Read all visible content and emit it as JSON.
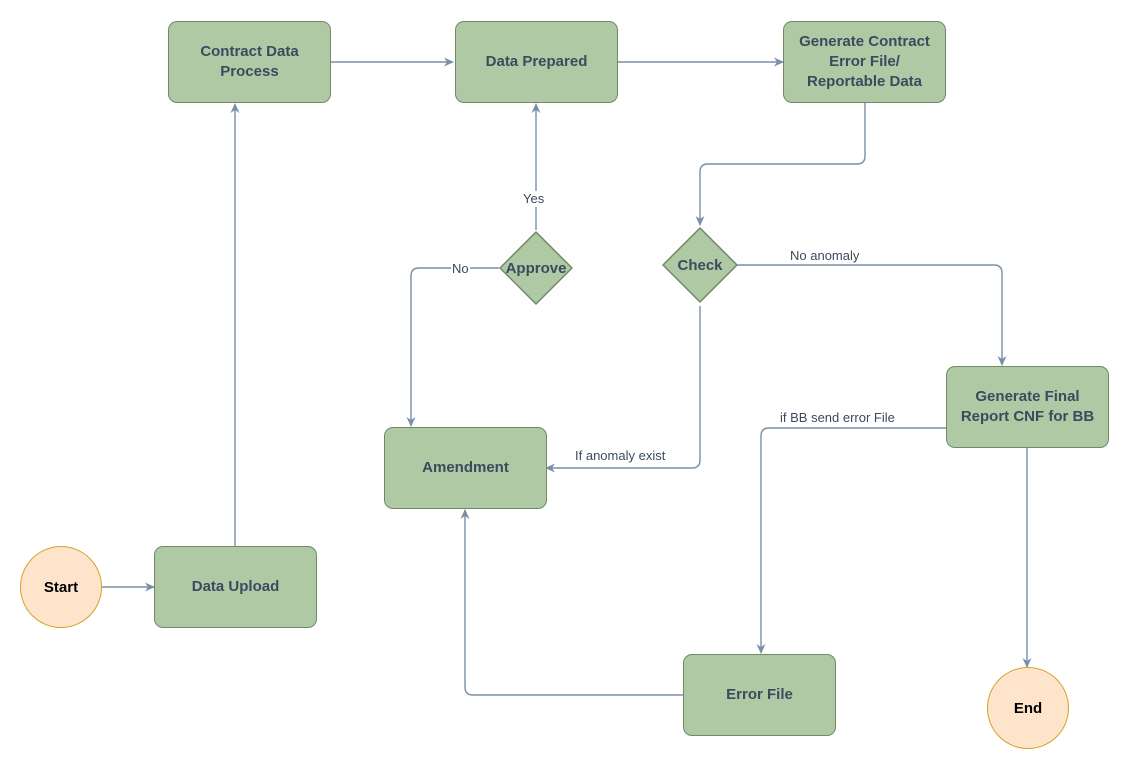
{
  "colors": {
    "process_fill": "#b0c9a5",
    "process_border": "#6f8a64",
    "terminal_fill": "#ffe4cc",
    "terminal_border": "#d4a326",
    "edge": "#7a8fa8",
    "text": "#3c4a5e"
  },
  "nodes": {
    "start": "Start",
    "end": "End",
    "data_upload": "Data Upload",
    "contract_data_process": "Contract Data\nProcess",
    "data_prepared": "Data Prepared",
    "generate_contract_error_file": "Generate Contract\nError File/\nReportable Data",
    "check": "Check",
    "approve": "Approve",
    "amendment": "Amendment",
    "generate_final_report": "Generate Final\nReport CNF for BB",
    "error_file": "Error File"
  },
  "edge_labels": {
    "yes": "Yes",
    "no": "No",
    "no_anomaly": "No anomaly",
    "if_anomaly_exist": "If anomaly exist",
    "if_bb_send_error_file": "if BB send error File"
  }
}
